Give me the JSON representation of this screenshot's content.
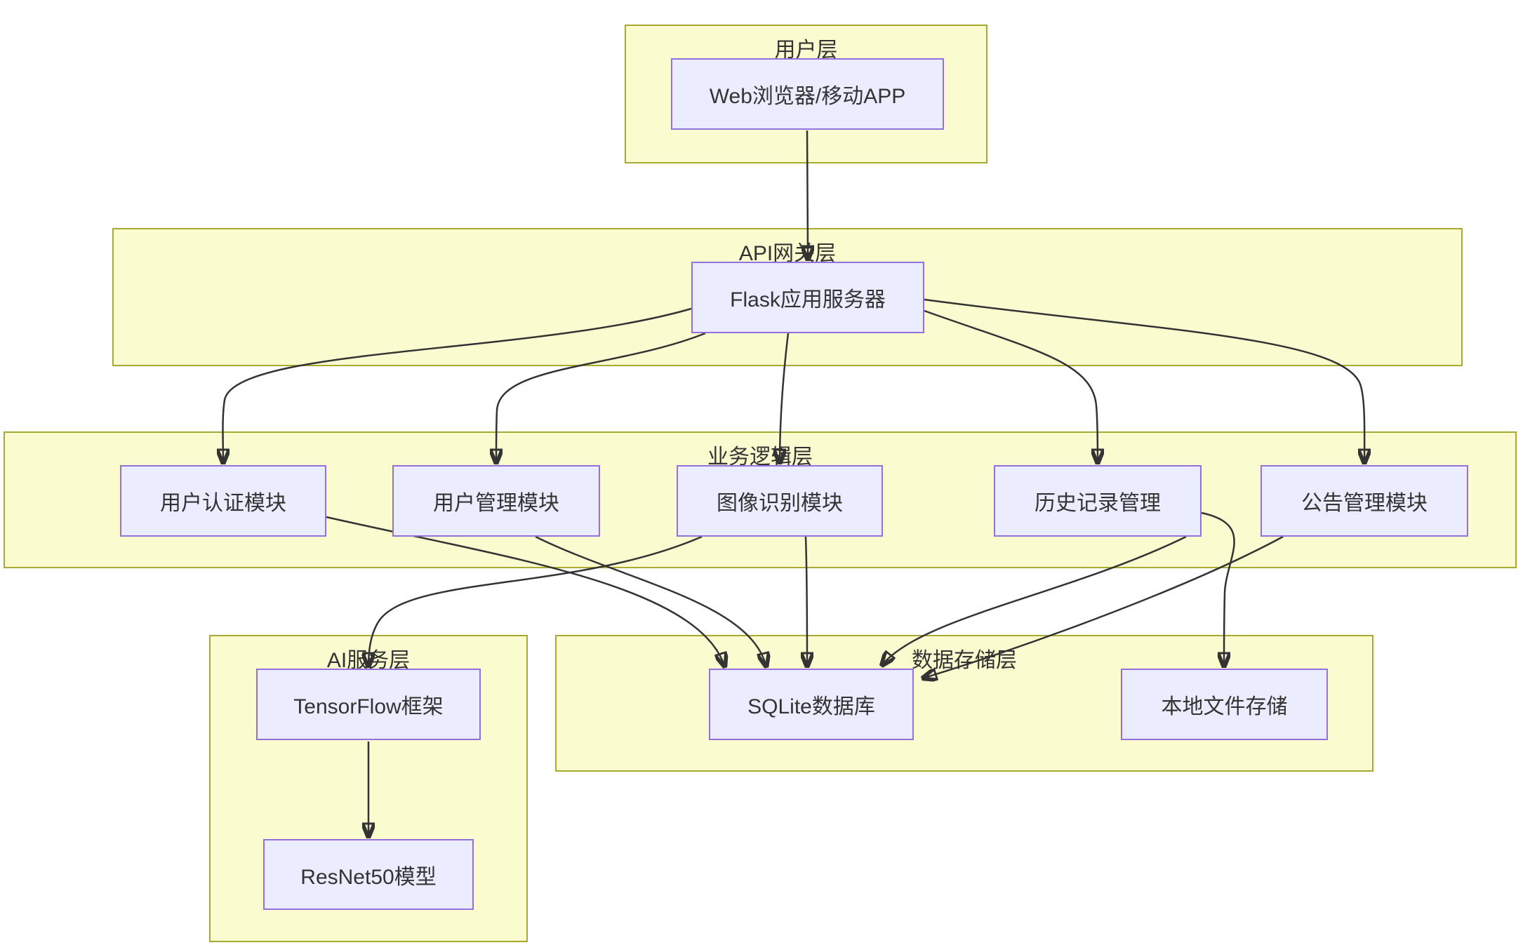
{
  "diagram": {
    "title": "",
    "colors": {
      "background": "#ffffff",
      "cluster_fill": "#fbfbd0",
      "cluster_border": "#aaaa33",
      "node_fill": "#ececff",
      "node_border": "#9370db",
      "edge": "#333333",
      "text": "#333333"
    },
    "clusters": {
      "user": {
        "label": "用户层"
      },
      "api": {
        "label": "API网关层"
      },
      "business": {
        "label": "业务逻辑层"
      },
      "ai": {
        "label": "AI服务层"
      },
      "storage": {
        "label": "数据存储层"
      }
    },
    "nodes": {
      "web": {
        "label": "Web浏览器/移动APP",
        "layer": "用户层"
      },
      "flask": {
        "label": "Flask应用服务器",
        "layer": "API网关层"
      },
      "auth": {
        "label": "用户认证模块",
        "layer": "业务逻辑层"
      },
      "mgmt": {
        "label": "用户管理模块",
        "layer": "业务逻辑层"
      },
      "image": {
        "label": "图像识别模块",
        "layer": "业务逻辑层"
      },
      "history": {
        "label": "历史记录管理",
        "layer": "业务逻辑层"
      },
      "notice": {
        "label": "公告管理模块",
        "layer": "业务逻辑层"
      },
      "tensorflow": {
        "label": "TensorFlow框架",
        "layer": "AI服务层"
      },
      "resnet": {
        "label": "ResNet50模型",
        "layer": "AI服务层"
      },
      "sqlite": {
        "label": "SQLite数据库",
        "layer": "数据存储层"
      },
      "localfile": {
        "label": "本地文件存储",
        "layer": "数据存储层"
      }
    },
    "edges": [
      {
        "from": "web",
        "to": "flask"
      },
      {
        "from": "flask",
        "to": "auth"
      },
      {
        "from": "flask",
        "to": "mgmt"
      },
      {
        "from": "flask",
        "to": "image"
      },
      {
        "from": "flask",
        "to": "history"
      },
      {
        "from": "flask",
        "to": "notice"
      },
      {
        "from": "auth",
        "to": "sqlite"
      },
      {
        "from": "mgmt",
        "to": "sqlite"
      },
      {
        "from": "image",
        "to": "sqlite"
      },
      {
        "from": "image",
        "to": "tensorflow"
      },
      {
        "from": "history",
        "to": "sqlite"
      },
      {
        "from": "history",
        "to": "localfile"
      },
      {
        "from": "notice",
        "to": "sqlite"
      },
      {
        "from": "tensorflow",
        "to": "resnet"
      }
    ]
  }
}
